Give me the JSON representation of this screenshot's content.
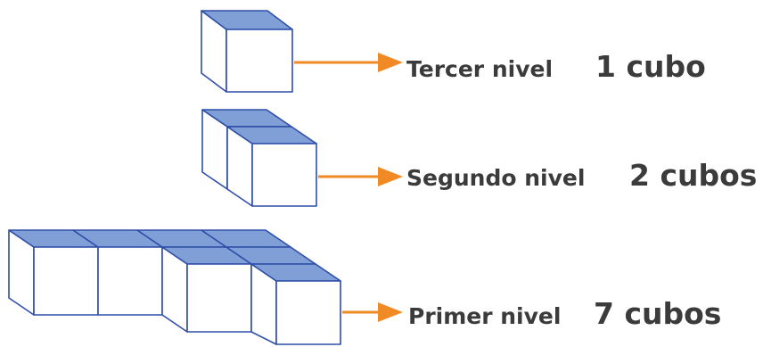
{
  "colors": {
    "top_face": "#7f9fd6",
    "front_face": "#ffffff",
    "stroke": "#2e4ea8",
    "arrow": "#f08a24",
    "text": "#3b3b3b"
  },
  "levels": [
    {
      "name": "Tercer nivel",
      "count_label": "1 cubo",
      "cubes": 1
    },
    {
      "name": "Segundo nivel",
      "count_label": "2 cubos",
      "cubes": 2
    },
    {
      "name": "Primer nivel",
      "count_label": "7 cubos",
      "cubes": 7
    }
  ]
}
